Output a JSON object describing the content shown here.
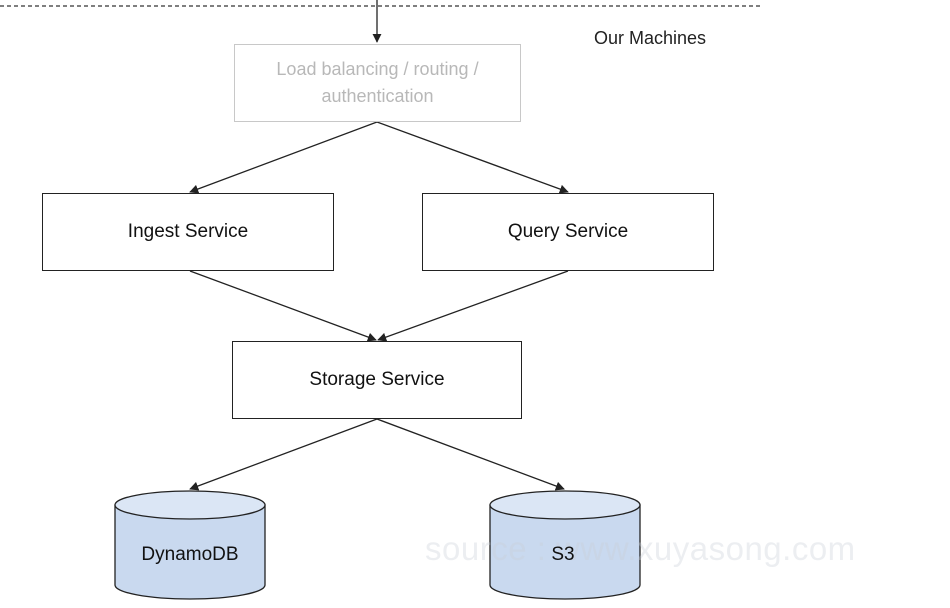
{
  "boundary": {
    "label": "Our Machines"
  },
  "nodes": {
    "load_balancer": "Load balancing / routing / authentication",
    "ingest": "Ingest Service",
    "query": "Query Service",
    "storage": "Storage Service",
    "dynamodb": "DynamoDB",
    "s3": "S3"
  },
  "watermark": "source : www.xuyasong.com",
  "colors": {
    "line": "#222222",
    "faded_text": "#b8b8b8",
    "faded_border": "#c8c8c8",
    "database_fill": "#c9d9ef",
    "database_top": "#dbe6f5"
  },
  "icons": {
    "database": "cylinder-icon",
    "arrowhead": "arrowhead-icon"
  }
}
